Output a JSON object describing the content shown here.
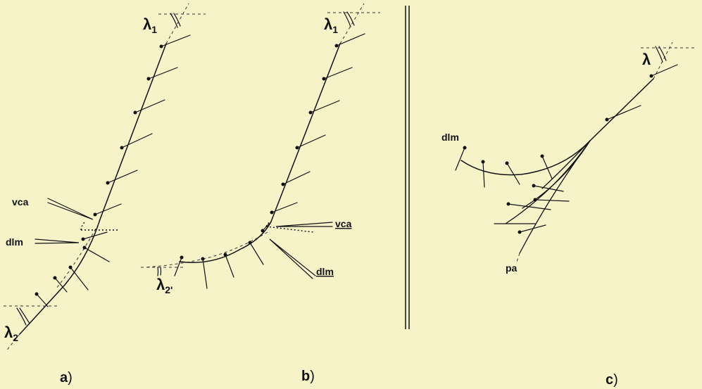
{
  "panel_a": {
    "label": "a",
    "lambda1": "λ",
    "lambda1_sub": "1",
    "lambda2": "λ",
    "lambda2_sub": "2",
    "vca": "vca",
    "dlm": "dlm"
  },
  "panel_b": {
    "label": "b",
    "lambda1": "λ",
    "lambda1_sub": "1",
    "lambda2": "λ",
    "lambda2_sub": "2'",
    "vca": "vca",
    "dlm": "dlm"
  },
  "panel_c": {
    "label": "c",
    "lambda": "λ",
    "dlm": "dlm",
    "pa": "pa"
  },
  "paren": ")"
}
